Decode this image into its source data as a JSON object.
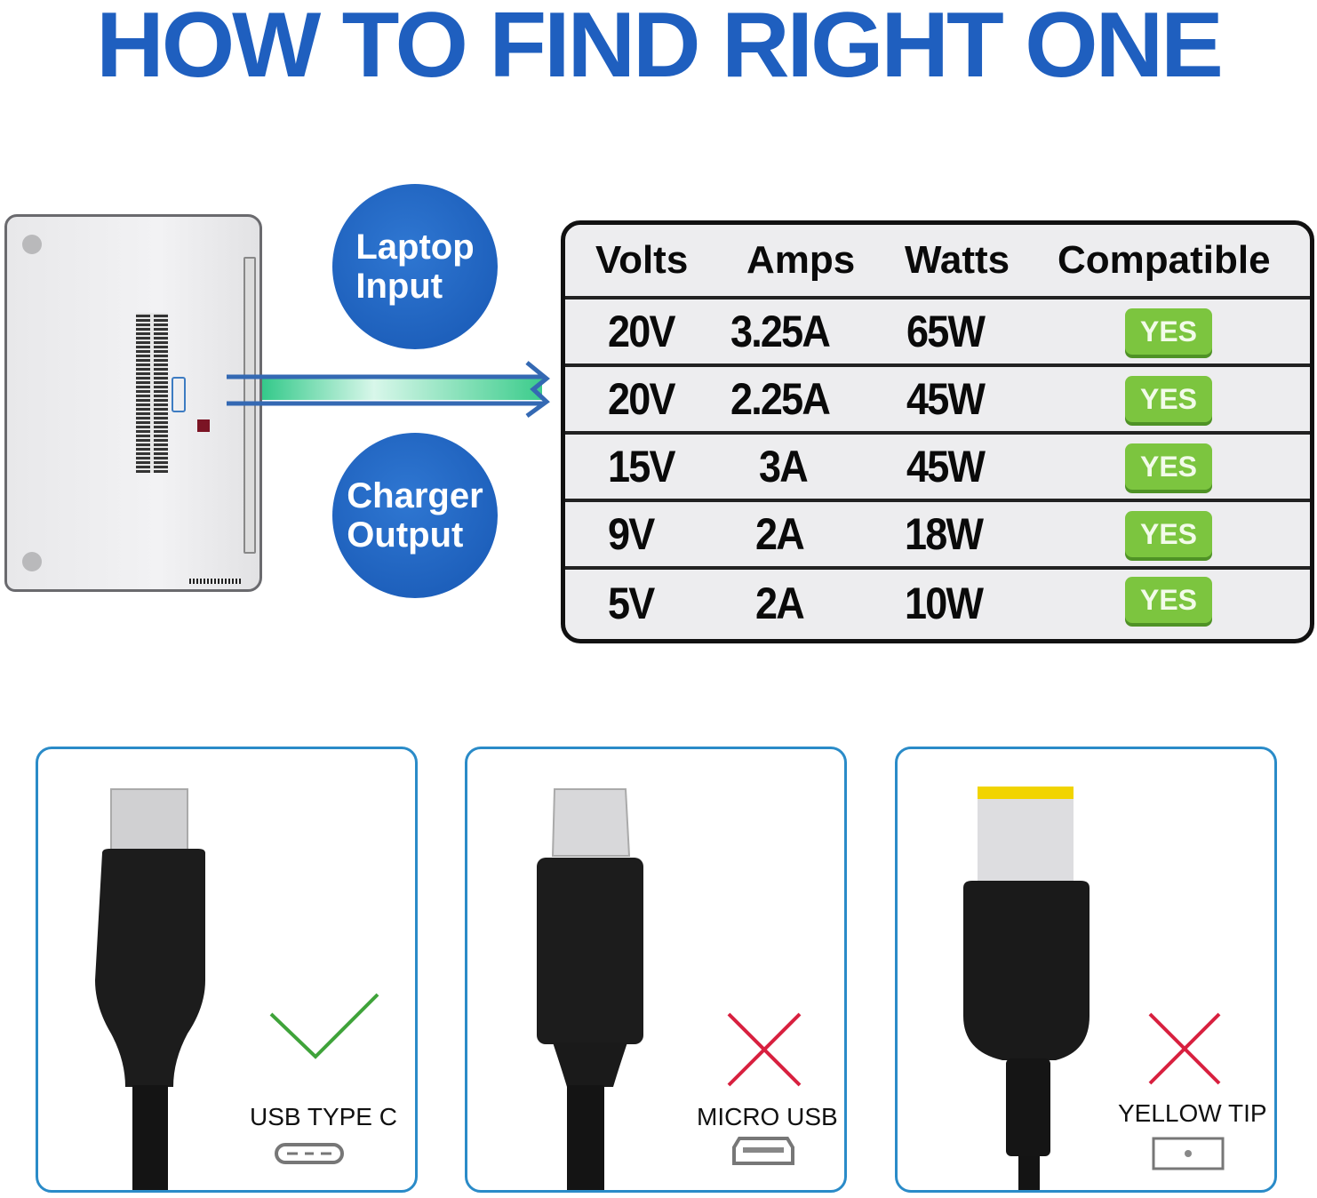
{
  "title": "HOW TO FIND RIGHT ONE",
  "bubbles": {
    "top": [
      "Laptop",
      "Input"
    ],
    "bottom": [
      "Charger",
      "Output"
    ]
  },
  "table": {
    "headers": [
      "Volts",
      "Amps",
      "Watts",
      "Compatible"
    ],
    "rows": [
      {
        "volts": "20V",
        "amps": "3.25A",
        "watts": "65W",
        "compatible": "YES"
      },
      {
        "volts": "20V",
        "amps": "2.25A",
        "watts": "45W",
        "compatible": "YES"
      },
      {
        "volts": "15V",
        "amps": "3A",
        "watts": "45W",
        "compatible": "YES"
      },
      {
        "volts": "9V",
        "amps": "2A",
        "watts": "18W",
        "compatible": "YES"
      },
      {
        "volts": "5V",
        "amps": "2A",
        "watts": "10W",
        "compatible": "YES"
      }
    ]
  },
  "connectors": [
    {
      "name": "USB TYPE C",
      "status": "check-icon",
      "compatible": true
    },
    {
      "name": "MICRO USB",
      "status": "cross-icon",
      "compatible": false
    },
    {
      "name": "YELLOW TIP",
      "status": "cross-icon",
      "compatible": false
    }
  ],
  "colors": {
    "title": "#1f5fbf",
    "bubble": "#1f63bf",
    "yes_badge": "#7cc53f",
    "card_border": "#2a8bc8",
    "check": "#3fa33a",
    "cross": "#d8203f",
    "yellow_tip": "#f1d400"
  }
}
